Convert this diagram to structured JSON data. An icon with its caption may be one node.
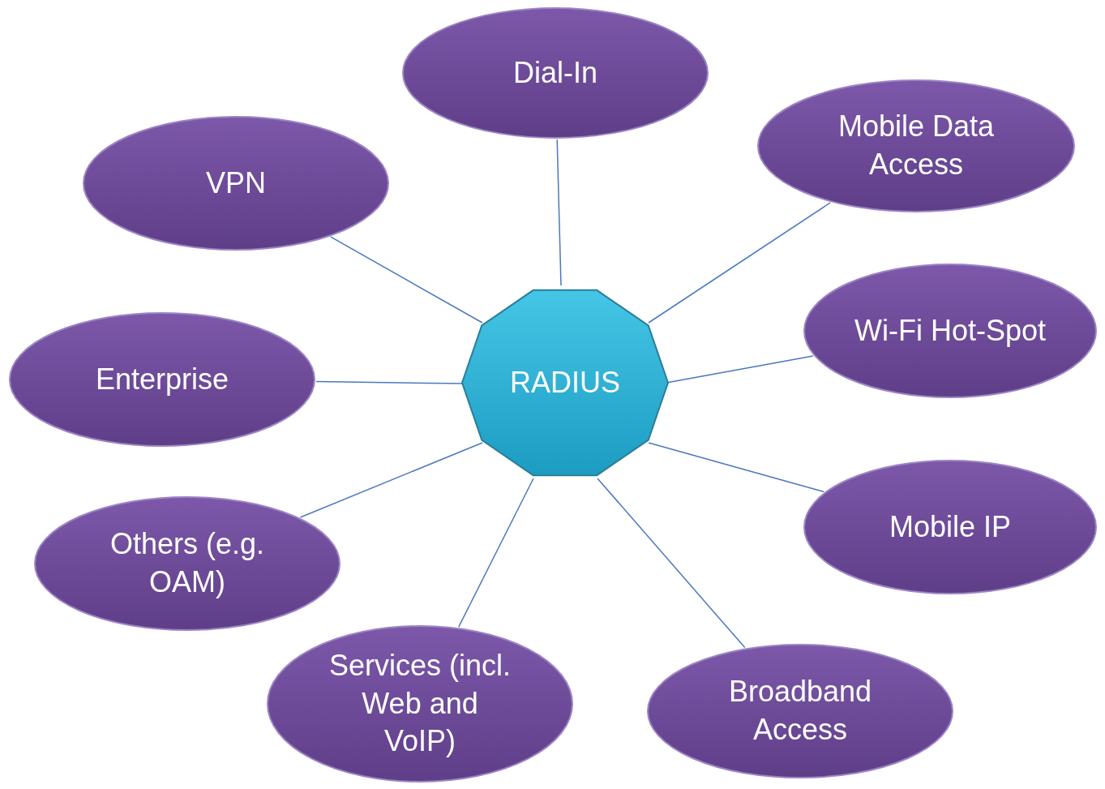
{
  "diagram": {
    "nodes": [
      {
        "text": [
          "RADIUS"
        ]
      },
      {
        "text": [
          "Dial-In"
        ]
      },
      {
        "text": [
          "Mobile Data Access"
        ]
      },
      {
        "text": [
          "Wi-Fi Hot-Spot"
        ]
      },
      {
        "text": [
          "Mobile IP"
        ]
      },
      {
        "text": [
          "Broadband Access"
        ]
      },
      {
        "text": [
          "Services (incl. Web and VoIP)"
        ]
      },
      {
        "text": [
          "Others (e.g. OAM)"
        ]
      },
      {
        "text": [
          "Enterprise"
        ]
      },
      {
        "text": [
          "VPN"
        ]
      }
    ],
    "edges": [
      {
        "from": 0,
        "to": 1,
        "arrow": "none"
      },
      {
        "from": 0,
        "to": 2,
        "arrow": "none"
      },
      {
        "from": 0,
        "to": 3,
        "arrow": "none"
      },
      {
        "from": 0,
        "to": 4,
        "arrow": "none"
      },
      {
        "from": 0,
        "to": 5,
        "arrow": "none"
      },
      {
        "from": 0,
        "to": 6,
        "arrow": "none"
      },
      {
        "from": 0,
        "to": 7,
        "arrow": "none"
      },
      {
        "from": 0,
        "to": 8,
        "arrow": "none"
      },
      {
        "from": 0,
        "to": 9,
        "arrow": "none"
      }
    ]
  }
}
